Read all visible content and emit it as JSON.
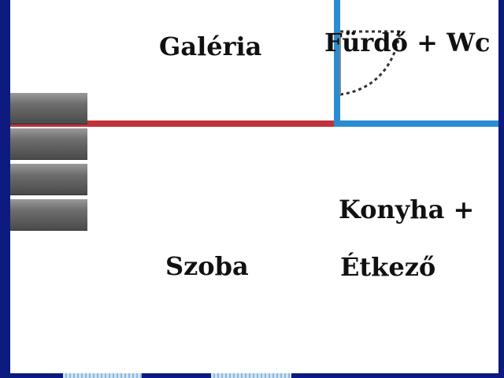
{
  "rooms": {
    "gallery": "Galéria",
    "bathroom": "Fürdő + Wc",
    "kitchen": "Konyha + ",
    "dining": "Étkező",
    "living_room": "Szoba"
  },
  "colors": {
    "outer_wall": "#0d1a80",
    "gallery_railing": "#c0323c",
    "bathroom_wall": "#2b8ccf",
    "door_swing": "#333333",
    "stairs": "#5e5e5e",
    "window": "#cfe3f3"
  },
  "stairs": {
    "step_count": 4
  }
}
